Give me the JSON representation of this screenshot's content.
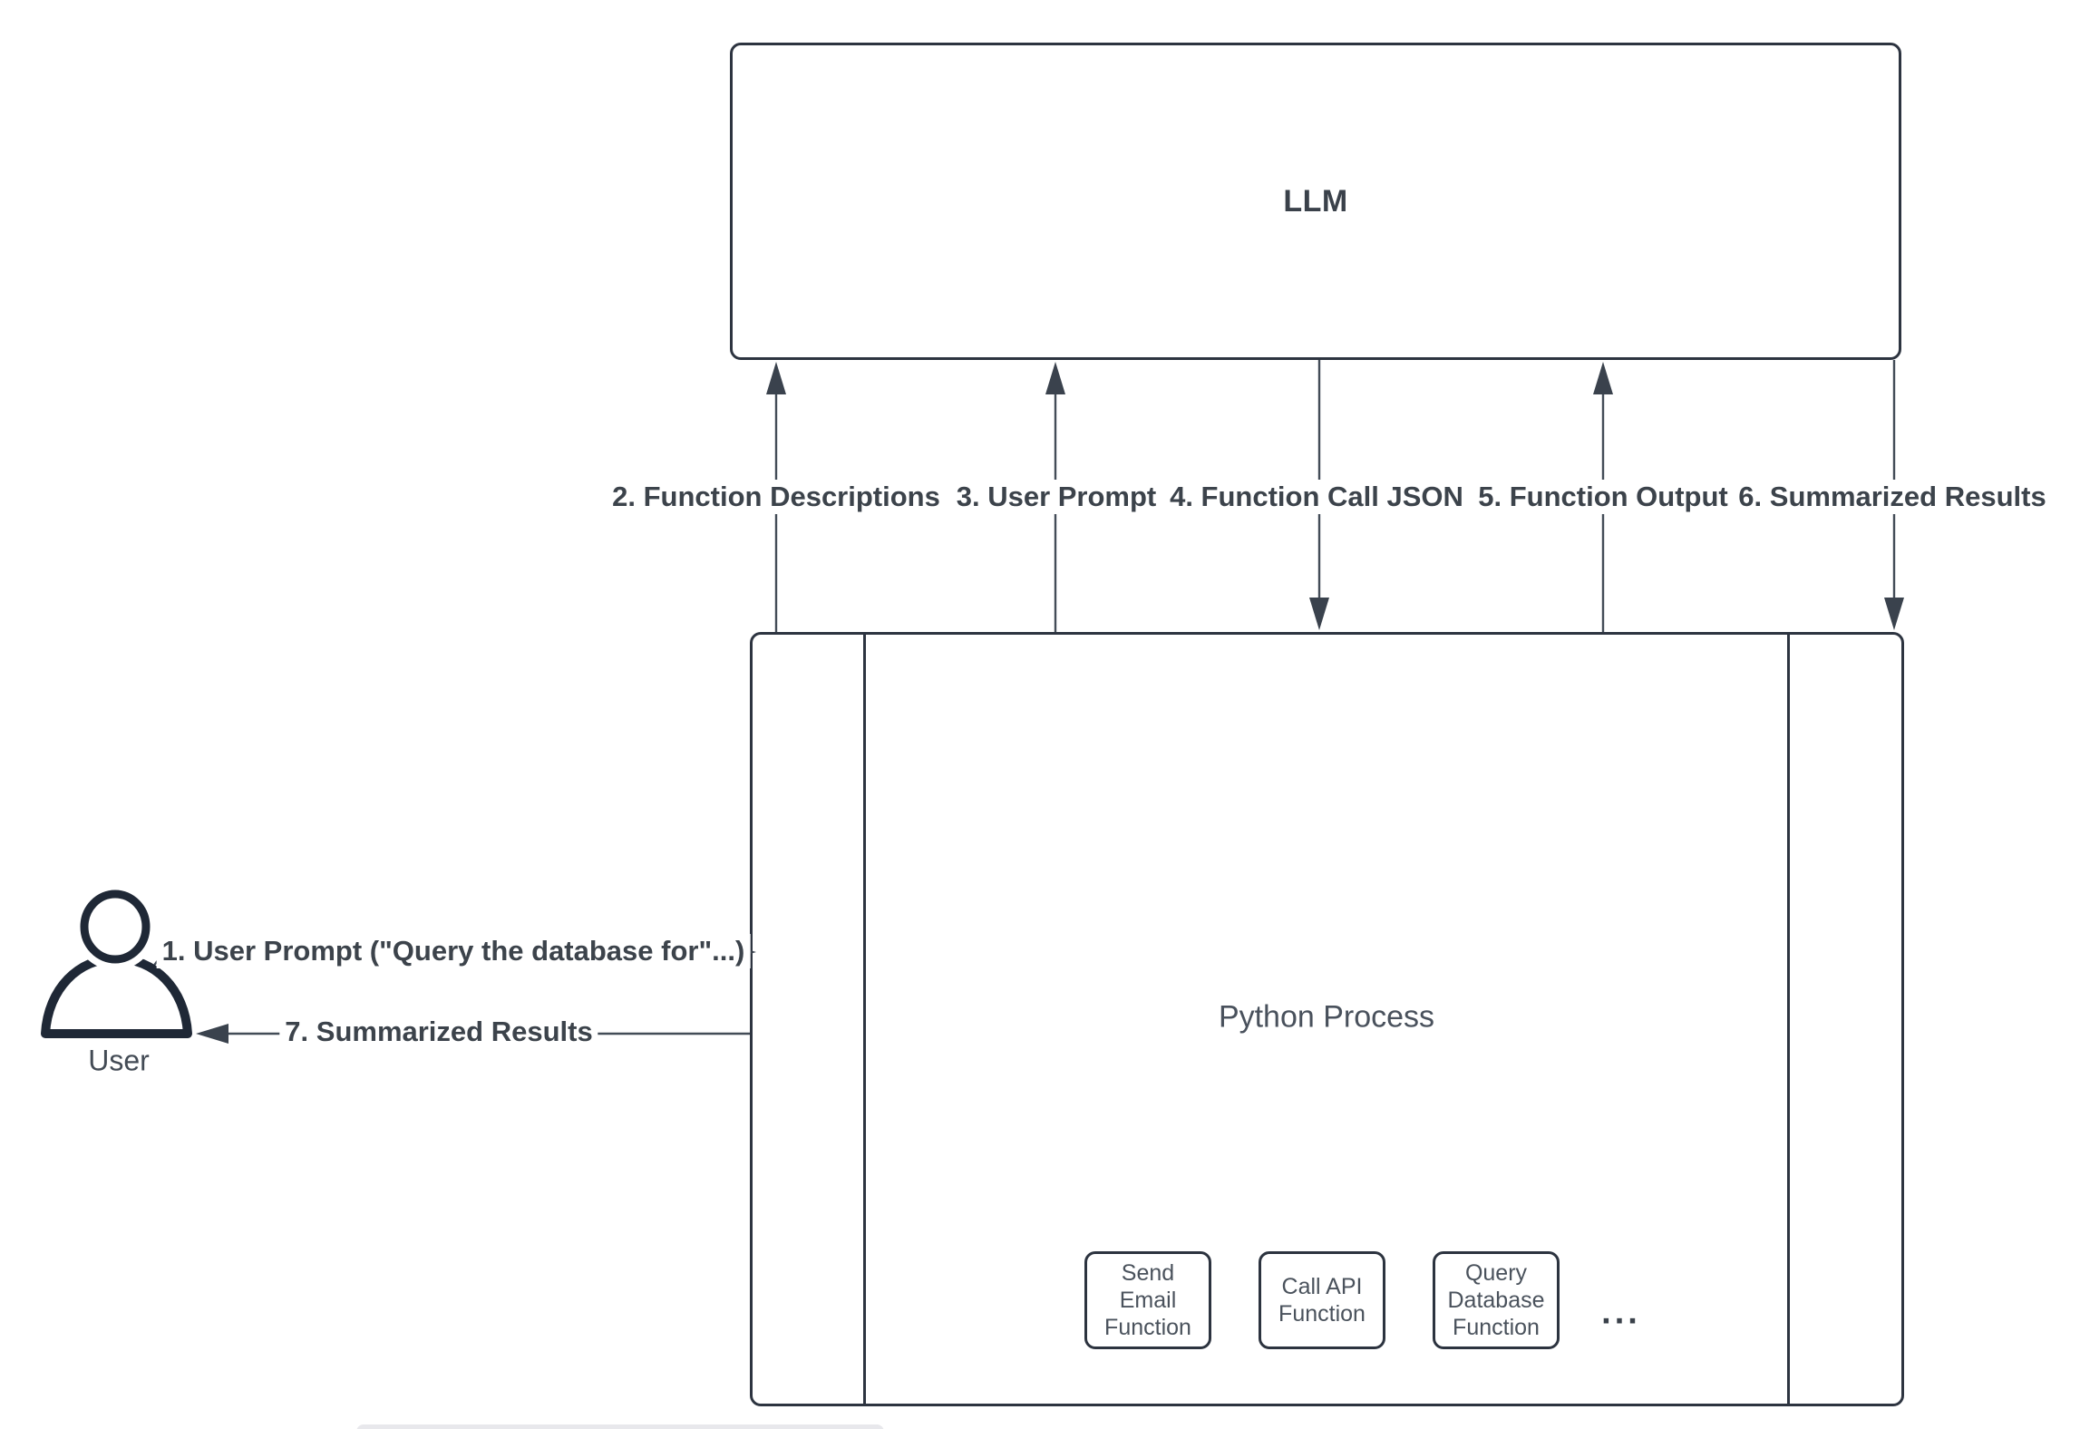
{
  "diagram": {
    "llm": {
      "label": "LLM"
    },
    "python_process": {
      "label": "Python Process"
    },
    "user": {
      "label": "User"
    },
    "flows": {
      "f1": {
        "label": "1. User Prompt (\"Query the database for\"...)",
        "from": "User",
        "to": "Python Process",
        "direction": "right"
      },
      "f2": {
        "label": "2. Function Descriptions",
        "from": "Python Process",
        "to": "LLM",
        "direction": "up"
      },
      "f3": {
        "label": "3. User Prompt",
        "from": "Python Process",
        "to": "LLM",
        "direction": "up"
      },
      "f4": {
        "label": "4. Function Call JSON",
        "from": "LLM",
        "to": "Python Process",
        "direction": "down"
      },
      "f5": {
        "label": "5. Function Output",
        "from": "Python Process",
        "to": "LLM",
        "direction": "up"
      },
      "f6": {
        "label": "6. Summarized Results",
        "from": "LLM",
        "to": "Python Process",
        "direction": "down"
      },
      "f7": {
        "label": "7. Summarized Results",
        "from": "Python Process",
        "to": "User",
        "direction": "left"
      }
    },
    "functions": {
      "send_email": {
        "label": "Send Email Function"
      },
      "call_api": {
        "label": "Call API Function"
      },
      "query_db": {
        "label": "Query Database Function"
      },
      "more": {
        "label": "..."
      }
    },
    "colors": {
      "shape_border": "#2d3440",
      "arrow_line": "#434c57",
      "label_text": "#3c434b",
      "title_text": "#49515c",
      "user_icon": "#1f2836"
    }
  }
}
